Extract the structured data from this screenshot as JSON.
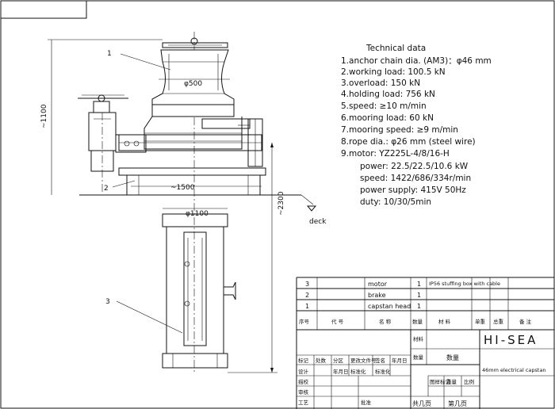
{
  "technical": {
    "heading": "Technical data",
    "items": [
      "1.anchor chain dia. (AM3)：φ46 mm",
      "2.working load:   100.5   kN",
      "3.overload:       150  kN",
      "4.holding load:      756  kN",
      "5.speed:    ≥10 m/min",
      "6.mooring load:     60      kN",
      "7.mooring speed:     ≥9 m/min",
      "8.rope dia.:     φ26      mm (steel wire)",
      "9.motor:      YZ225L-4/8/16-H"
    ],
    "motor_details": [
      "power:     22.5/22.5/10.6  kW",
      "speed:     1422/686/334r/min",
      "power supply:     415V  50Hz",
      "duty:    10/30/5min"
    ]
  },
  "callouts": {
    "c1": "1",
    "c2": "2",
    "c3": "3"
  },
  "dimensions": {
    "dia500": "φ500",
    "h1100": "~1100",
    "w1500": "~1500",
    "dia1100": "φ1100",
    "h2300": "~2300",
    "deck": "deck"
  },
  "parts_list": {
    "rows": [
      {
        "no": "3",
        "name": "motor",
        "qty": "1",
        "note": "IP56  stuffing box with cable"
      },
      {
        "no": "2",
        "name": "brake",
        "qty": "1",
        "note": ""
      },
      {
        "no": "1",
        "name": "capstan head",
        "qty": "1",
        "note": ""
      }
    ],
    "header": [
      "序号",
      "代  号",
      "名  称",
      "数量",
      "材  料",
      "单重",
      "总重",
      "备  注"
    ]
  },
  "title_block": {
    "material_label": "材料",
    "qty_label": "数量",
    "qty_big": "数量",
    "brand": "HI-SEA",
    "drawing_title": "46mm electrical capstan",
    "left_rows": [
      [
        "标记",
        "处数",
        "分区",
        "更改文件号",
        "签名",
        "年月日"
      ],
      [
        "设计",
        "年月日",
        "标准化",
        "标准化"
      ],
      [
        "描校"
      ],
      [
        "审核"
      ],
      [
        "工艺",
        "批准"
      ]
    ],
    "mid_labels": [
      "图样标记",
      "重量",
      "比例"
    ],
    "sheet_labels": [
      "共几页",
      "第几页"
    ]
  }
}
